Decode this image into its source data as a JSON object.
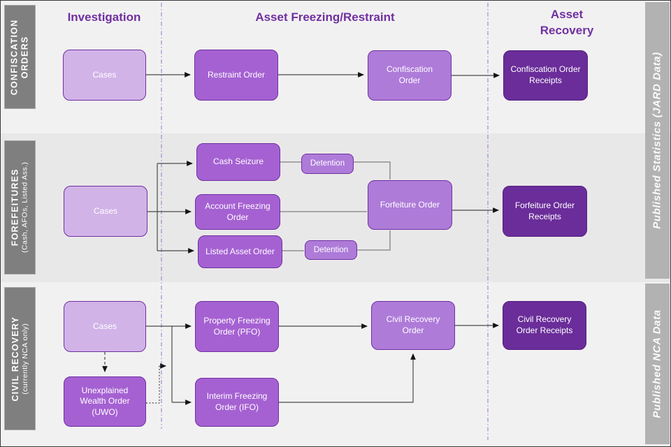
{
  "headers": {
    "col1": "Investigation",
    "col2": "Asset Freezing/Restraint",
    "col3": "Asset Recovery"
  },
  "row_labels": {
    "confiscation": {
      "title": "CONFISCATION ORDERS"
    },
    "forfeitures": {
      "title": "FOREFEITURES",
      "subtitle": "(Cash, AFOs, Listed Ass.)"
    },
    "civil": {
      "title": "CIVIL RECOVERY",
      "subtitle": "(currently NCA only)"
    }
  },
  "side_labels": {
    "jard": "Published Statistics (JARD Data)",
    "nca": "Published NCA Data"
  },
  "boxes": {
    "r1_cases": "Cases",
    "r1_restraint": "Restraint Order",
    "r1_confiscation": "Confiscation Order",
    "r1_receipts": "Confiscation Order Receipts",
    "r2_cases": "Cases",
    "r2_cash": "Cash Seizure",
    "r2_det1": "Detention",
    "r2_afo": "Account Freezing Order",
    "r2_listed": "Listed Asset Order",
    "r2_det2": "Detention",
    "r2_forfeiture": "Forfeiture Order",
    "r2_receipts": "Forfeiture Order Receipts",
    "r3_cases": "Cases",
    "r3_uwo": "Unexplained Wealth Order (UWO)",
    "r3_pfo": "Property Freezing Order (PFO)",
    "r3_ifo": "Interim Freezing Order (IFO)",
    "r3_cro": "Civil Recovery Order",
    "r3_receipts": "Civil Recovery Order Receipts"
  },
  "colors": {
    "accent_purple": "#7030a0",
    "box_light": "#d1b3e8",
    "box_medium": "#a561d2",
    "box_medium_light": "#ae7bd9",
    "box_dark": "#6a2d99",
    "left_bar": "#7f7f7f",
    "right_bar": "#b3b2b3",
    "band_alt": "#e9e8e9"
  }
}
